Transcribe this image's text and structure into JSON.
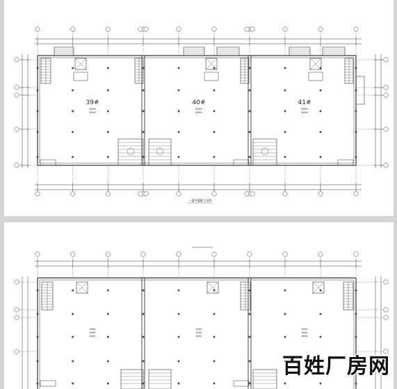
{
  "viewer": {
    "background_color": "#d6d6d6",
    "page_color": "#ffffff"
  },
  "drawing": {
    "line_color": "#333333",
    "column_color": "#444444",
    "top_plan": {
      "units": [
        {
          "label": "39#",
          "sub1": "XXXX",
          "sub2": "XXXX"
        },
        {
          "label": "40#",
          "sub1": "XXXX",
          "sub2": "XXXX"
        },
        {
          "label": "41#",
          "sub1": "XXXX",
          "sub2": "XXXX"
        }
      ],
      "plan_caption": "一层平面图 1:100"
    },
    "bottom_plan": {
      "unit_notes": [
        "XXXX",
        "XXXX",
        "XXXX"
      ]
    }
  },
  "watermark": {
    "text": "百姓厂房网"
  }
}
